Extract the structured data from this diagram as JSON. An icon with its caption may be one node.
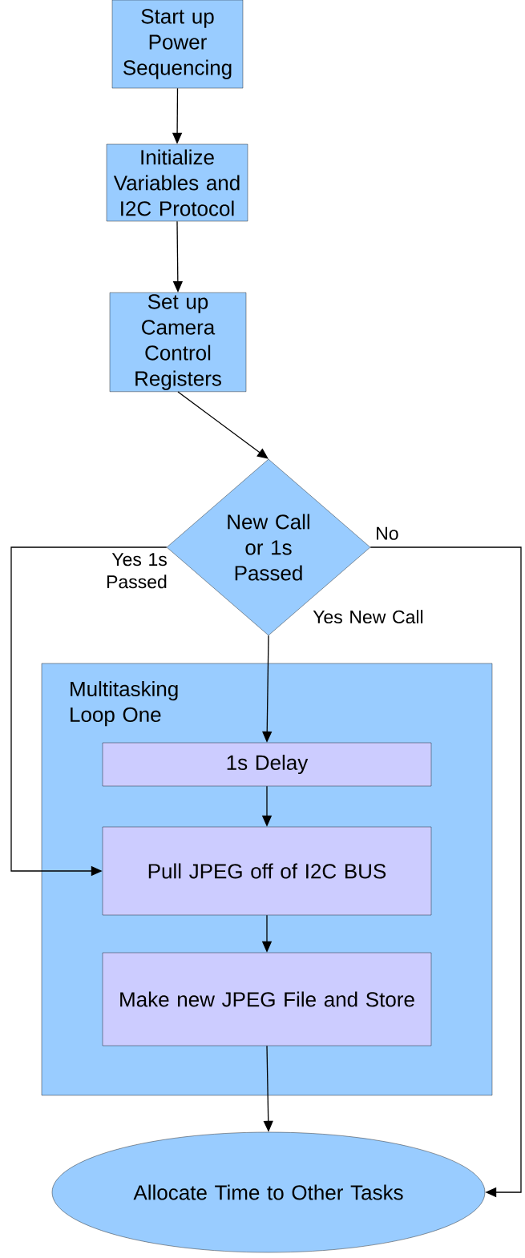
{
  "diagram": {
    "nodes": [
      {
        "text": [
          "Start up Power Sequencing"
        ]
      },
      {
        "text": [
          "Initialize Variables and I2C Protocol"
        ]
      },
      {
        "text": [
          "Set up Camera Control Registers"
        ]
      },
      {
        "text": [
          "New Call or 1s Passed"
        ]
      },
      {
        "text": [
          "Multitasking Loop One"
        ]
      },
      {
        "text": [
          "1s Delay"
        ],
        "in": 4
      },
      {
        "text": [
          "Pull JPEG off of I2C BUS"
        ],
        "in": 4
      },
      {
        "text": [
          "Make new JPEG File and Store"
        ],
        "in": 4
      },
      {
        "text": [
          "Allocate Time to Other Tasks"
        ]
      }
    ],
    "edges": [
      {
        "from": 0,
        "to": 1,
        "arrow": "to"
      },
      {
        "from": 1,
        "to": 2,
        "arrow": "to"
      },
      {
        "from": 2,
        "to": 3,
        "arrow": "to"
      },
      {
        "from": 3,
        "to": 5,
        "arrow": "to",
        "label": "Yes New Call"
      },
      {
        "from": 5,
        "to": 6,
        "arrow": "to"
      },
      {
        "from": 6,
        "to": 7,
        "arrow": "to"
      },
      {
        "from": 7,
        "to": 8,
        "arrow": "to"
      },
      {
        "from": 3,
        "to": 6,
        "arrow": "to",
        "label": "Yes 1s Passed"
      },
      {
        "from": 3,
        "to": 8,
        "arrow": "to",
        "label": "No"
      }
    ]
  }
}
